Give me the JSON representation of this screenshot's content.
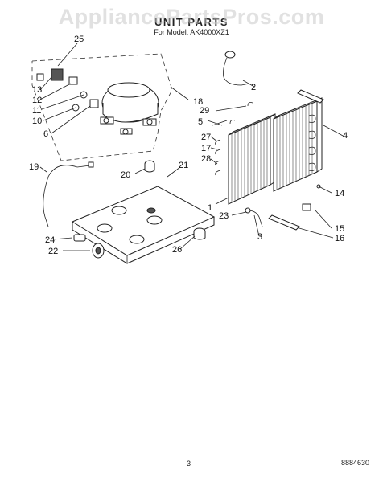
{
  "watermark": "AppliancePartsPros.com",
  "title": "UNIT PARTS",
  "subtitle": "For Model: AK4000XZ1",
  "callouts": [
    "1",
    "2",
    "3",
    "4",
    "5",
    "6",
    "10",
    "11",
    "12",
    "13",
    "14",
    "15",
    "16",
    "17",
    "18",
    "19",
    "20",
    "21",
    "22",
    "23",
    "24",
    "25",
    "26",
    "27",
    "28",
    "29"
  ],
  "footer": {
    "page_number": "3",
    "document_number": "8884630"
  }
}
